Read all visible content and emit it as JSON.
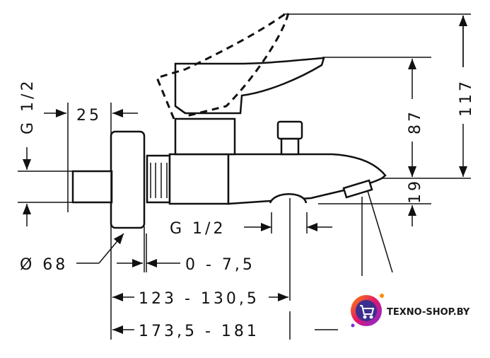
{
  "dimensions": {
    "g_half_left": "G 1/2",
    "dim_25": "25",
    "dim_117": "117",
    "dim_87": "87",
    "dim_19": "19",
    "g_half_bottom": "G 1/2",
    "diameter_68": "Ø 68",
    "offset_range": "0 - 7,5",
    "range_123": "123 - 130,5",
    "range_173": "173,5 - 181"
  },
  "logo": {
    "text": "TEXNO-SHOP.BY",
    "colors": {
      "ring": "#e0156f",
      "ring2": "#ff8a00",
      "core": "#3b2f8f"
    }
  }
}
